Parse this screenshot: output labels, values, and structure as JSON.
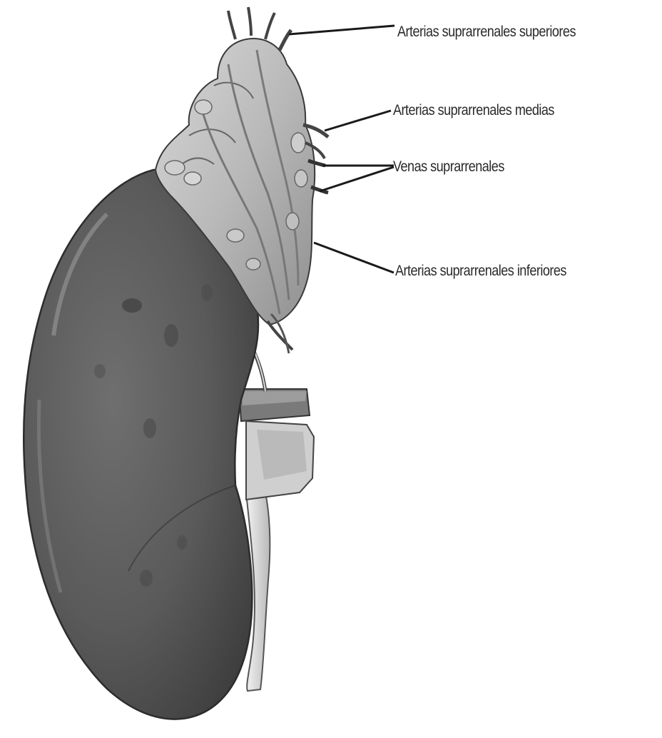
{
  "labels": {
    "sup_arteries": "Arterias suprarrenales superiores",
    "mid_arteries": "Arterias suprarrenales medias",
    "veins": "Venas suprarrenales",
    "inf_arteries": "Arterias suprarrenales inferiores"
  },
  "colors": {
    "kidney": "#5d5d5d",
    "gland": "#bdbdbd",
    "line": "#1a1a1a",
    "background": "#ffffff"
  }
}
